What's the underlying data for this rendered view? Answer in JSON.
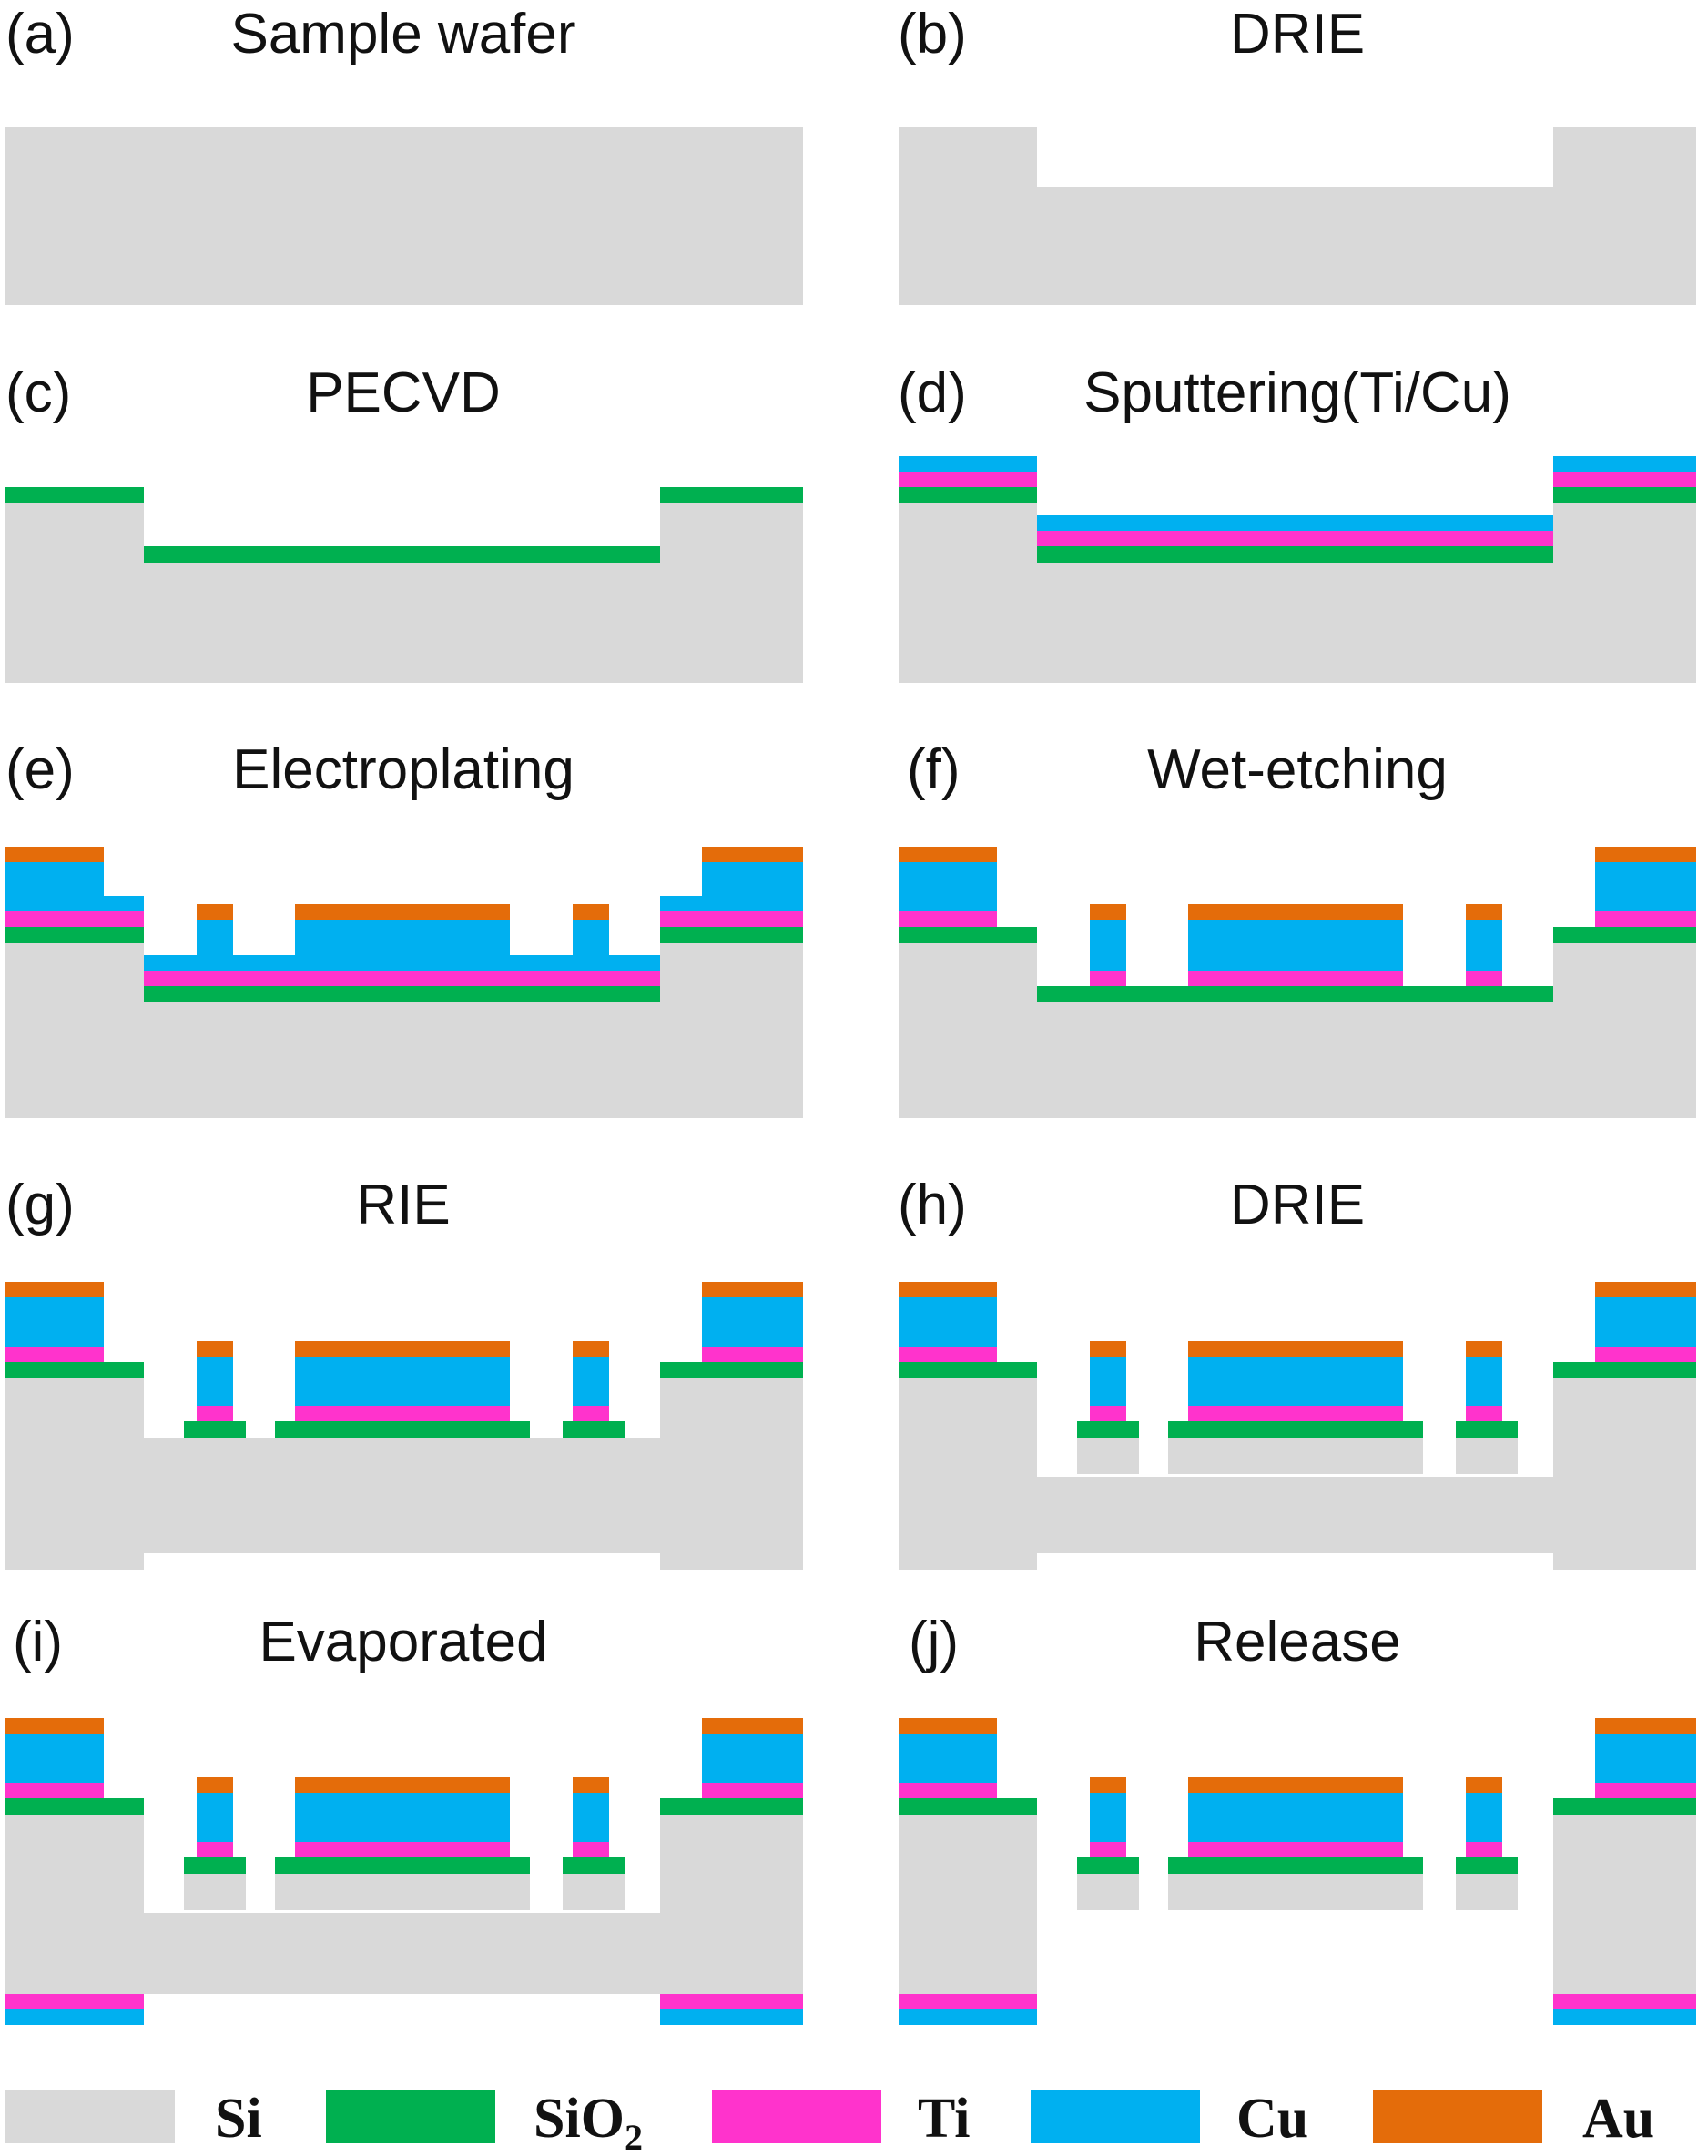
{
  "materials": {
    "si": {
      "name": "Si",
      "color": "#d9d9d9"
    },
    "sio2": {
      "name": "SiO",
      "subscript": "2",
      "color": "#00b050"
    },
    "ti": {
      "name": "Ti",
      "color": "#ff33cc"
    },
    "cu": {
      "name": "Cu",
      "color": "#00b0f0"
    },
    "au": {
      "name": "Au",
      "color": "#e46c0a"
    }
  },
  "panels": [
    {
      "label": "(a)",
      "title": "Sample wafer"
    },
    {
      "label": "(b)",
      "title": "DRIE"
    },
    {
      "label": "(c)",
      "title": "PECVD"
    },
    {
      "label": "(d)",
      "title": "Sputtering(Ti/Cu)"
    },
    {
      "label": "(e)",
      "title": "Electroplating"
    },
    {
      "label": "(f)",
      "title": "Wet-etching"
    },
    {
      "label": "(g)",
      "title": "RIE"
    },
    {
      "label": "(h)",
      "title": "DRIE"
    },
    {
      "label": "(i)",
      "title": "Evaporated"
    },
    {
      "label": "(j)",
      "title": "Release"
    }
  ]
}
